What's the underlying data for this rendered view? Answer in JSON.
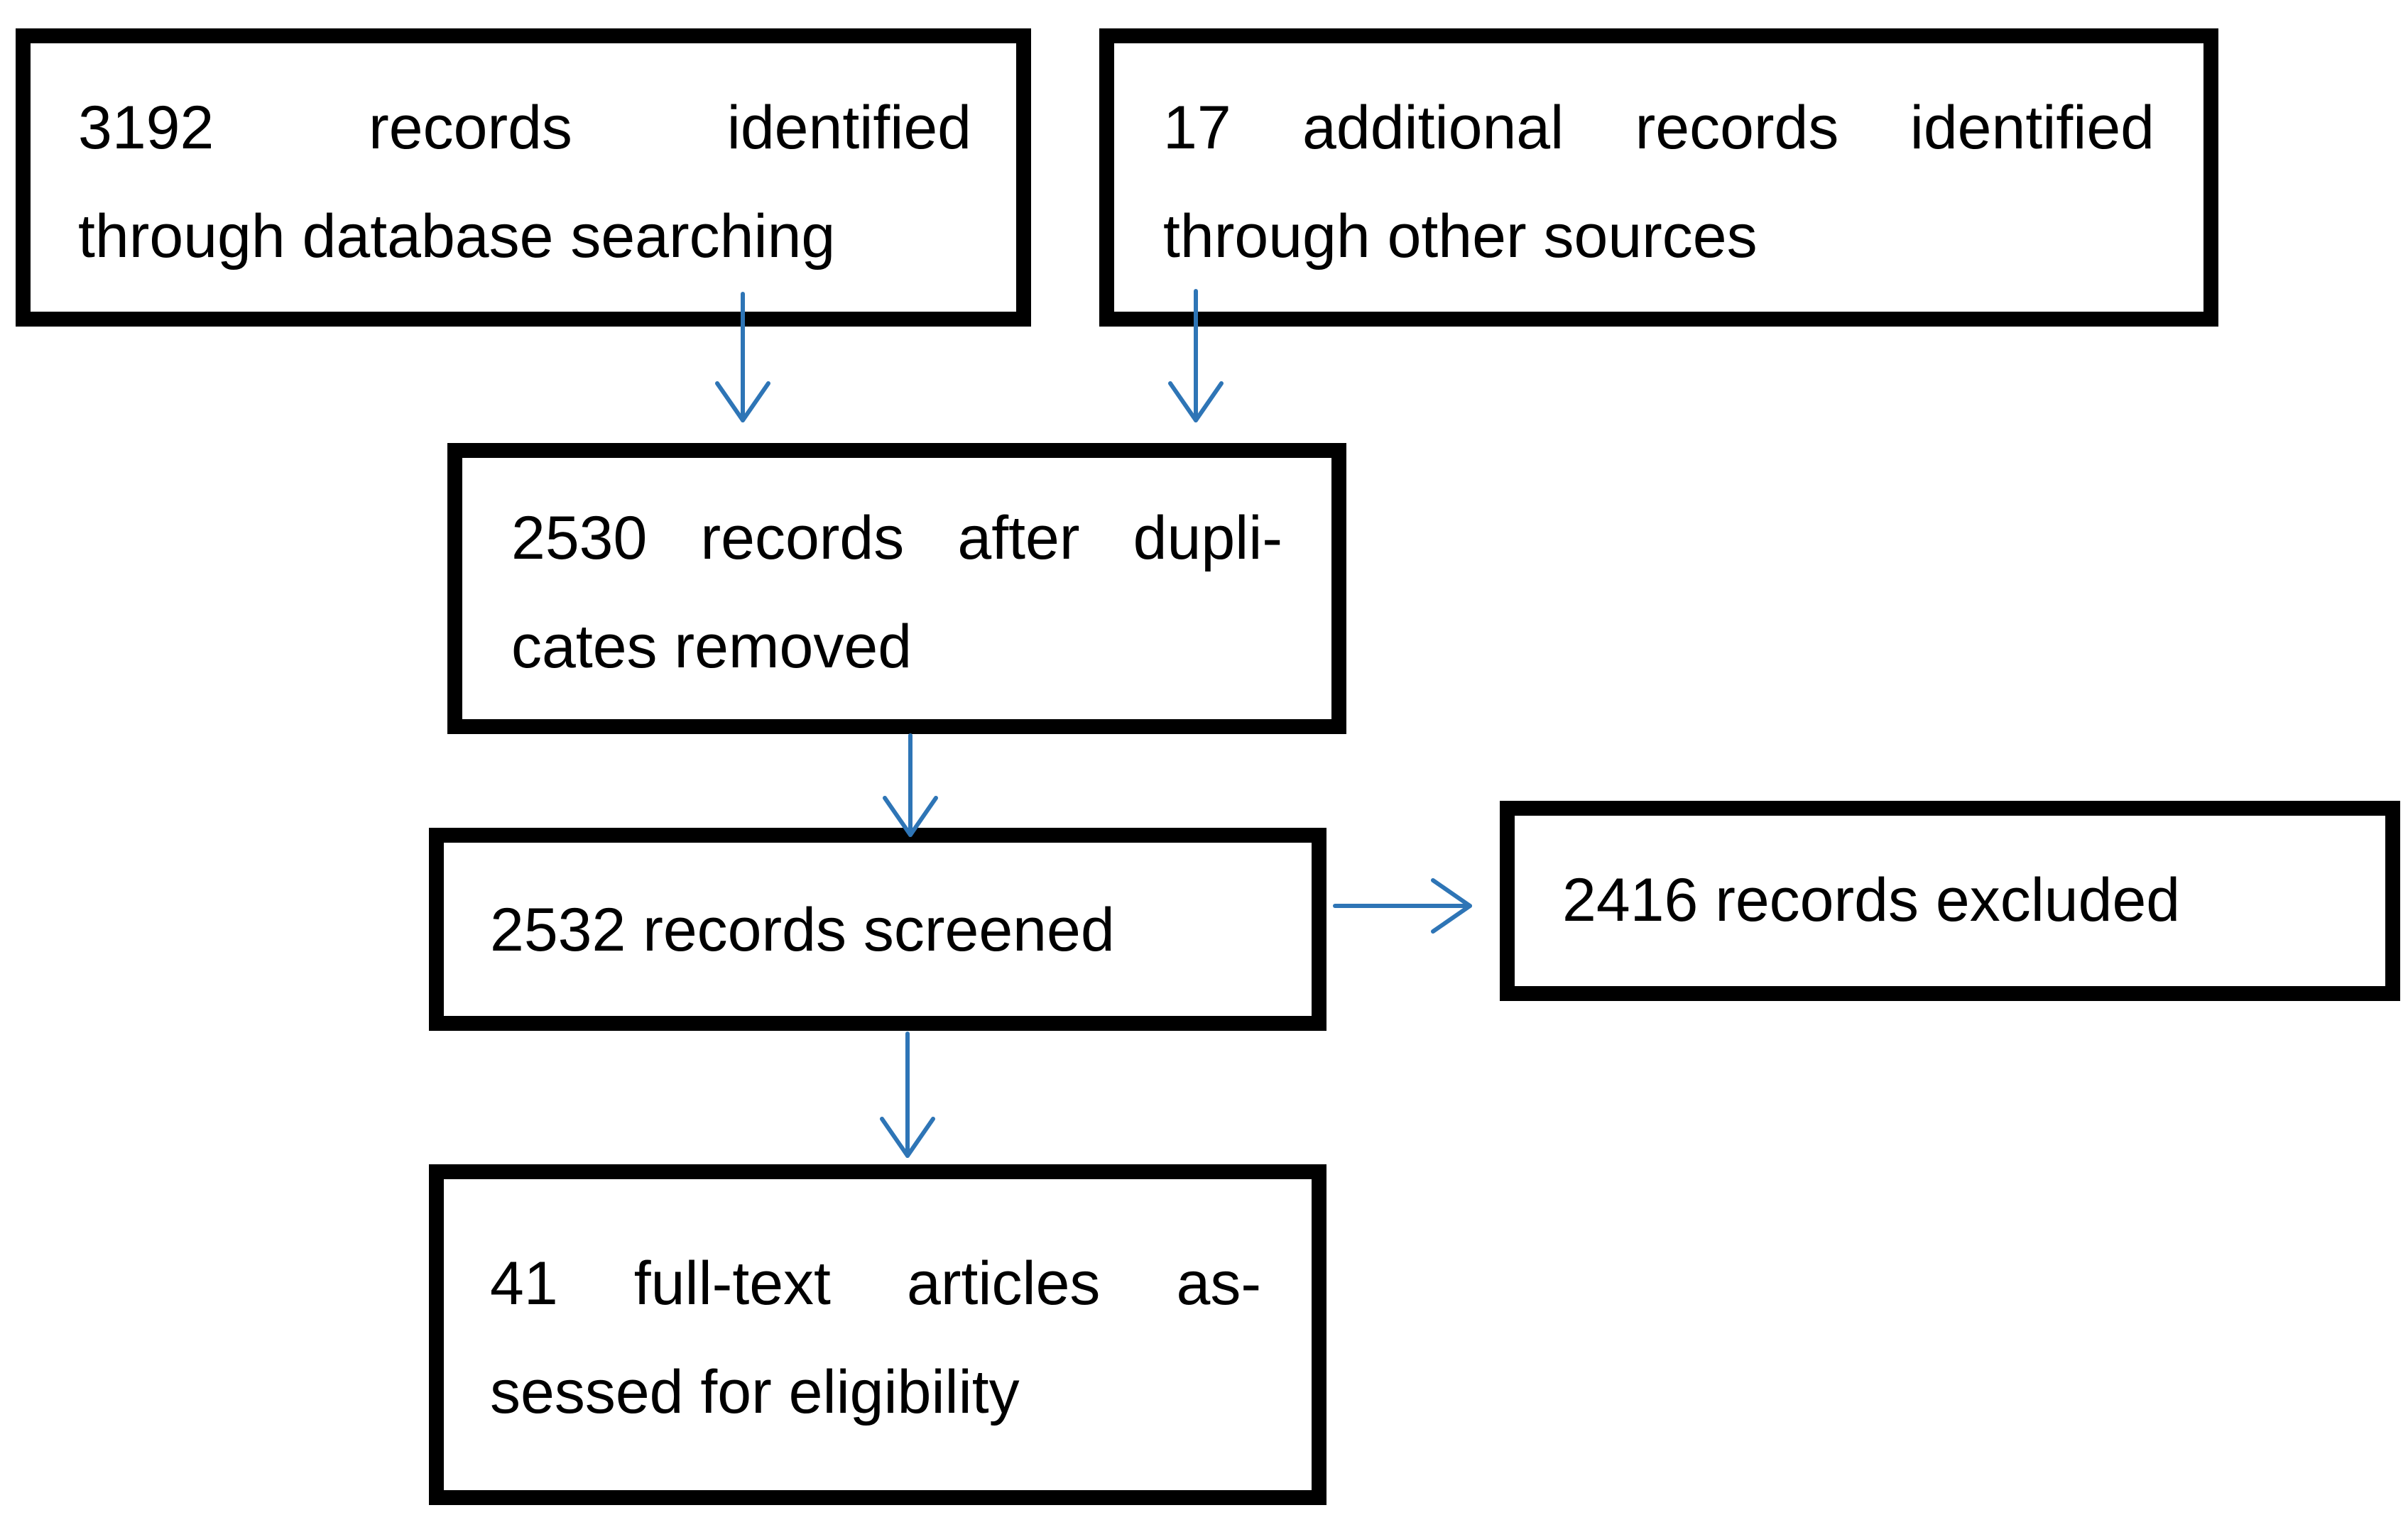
{
  "flowchart": {
    "accent_color": "#2E75B6",
    "border_color": "#000000",
    "nodes": {
      "database_search": {
        "line1": "3192 records identified",
        "line2": "through database searching"
      },
      "other_sources": {
        "line1": "17 additional records identified",
        "line2": "through other sources"
      },
      "duplicates_removed": {
        "line1": "2530 records after dupli-",
        "line2": "cates removed"
      },
      "screened": {
        "line1": "2532 records screened"
      },
      "excluded": {
        "line1": "2416 records excluded"
      },
      "full_text": {
        "line1": "41 full-text articles as-",
        "line2": "sessed for eligibility"
      }
    },
    "edges": [
      {
        "from": "database_search",
        "to": "duplicates_removed"
      },
      {
        "from": "other_sources",
        "to": "duplicates_removed"
      },
      {
        "from": "duplicates_removed",
        "to": "screened"
      },
      {
        "from": "screened",
        "to": "excluded"
      },
      {
        "from": "screened",
        "to": "full_text"
      }
    ]
  }
}
